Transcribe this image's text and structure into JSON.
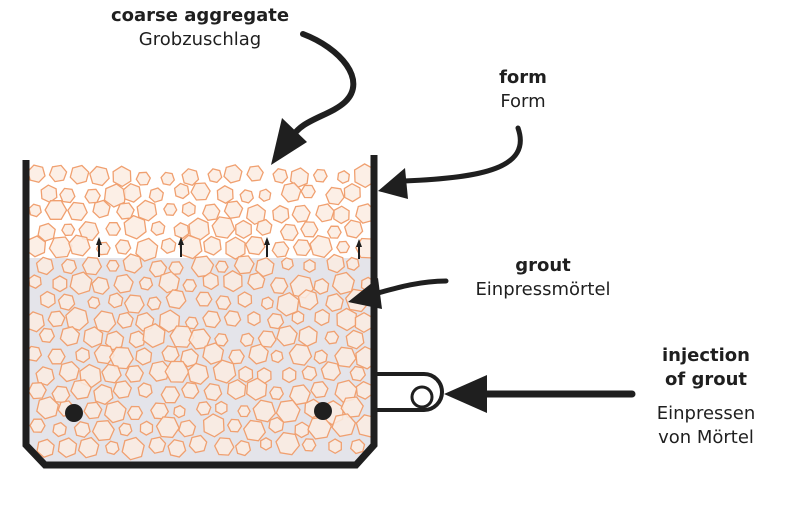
{
  "labels": {
    "coarse_aggregate": {
      "en": "coarse aggregate",
      "de": "Grobzuschlag"
    },
    "form": {
      "en": "form",
      "de": "Form"
    },
    "grout": {
      "en": "grout",
      "de": "Einpressmörtel"
    },
    "injection": {
      "en_line1": "injection",
      "en_line2": "of grout",
      "de_line1": "Einpressen",
      "de_line2": "von Mörtel"
    }
  },
  "colors": {
    "outline": "#1f1f1f",
    "aggregate_stroke": "#f0a070",
    "aggregate_fill": "#fbece2",
    "grout_fill": "#e4e4ea"
  }
}
